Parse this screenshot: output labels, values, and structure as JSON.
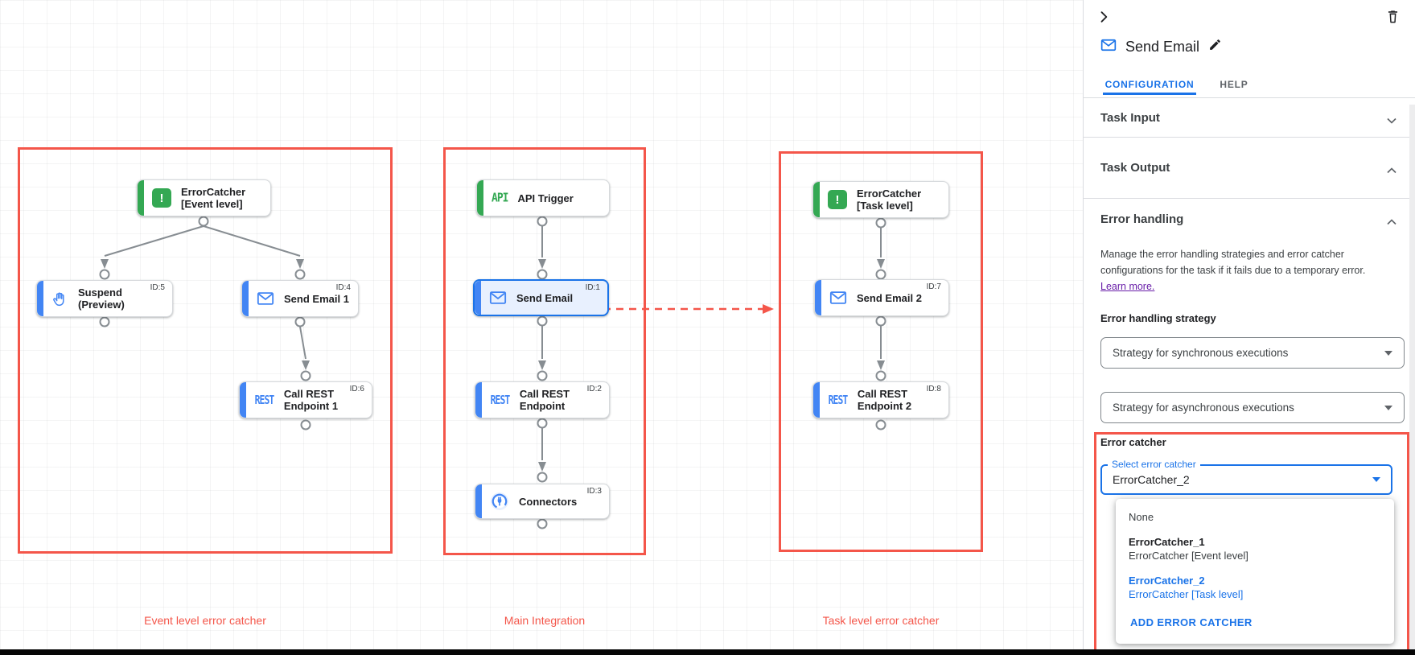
{
  "colors": {
    "accent_blue": "#4285f4",
    "google_blue": "#1a73e8",
    "green": "#34a853",
    "annotation_red": "#f4564a",
    "dot_red": "#d93025",
    "link_purple": "#681da8"
  },
  "canvas": {
    "icon_text": {
      "error": "!",
      "api": "API",
      "rest": "REST"
    },
    "groups": [
      {
        "caption": "Event level error catcher",
        "nodes": {
          "error_catcher": {
            "label": "ErrorCatcher\n[Event level]"
          },
          "suspend": {
            "label": "Suspend\n(Preview)",
            "id": "ID:5"
          },
          "send_email_1": {
            "label": "Send Email 1",
            "id": "ID:4"
          },
          "call_rest_1": {
            "label": "Call REST\nEndpoint 1",
            "id": "ID:6"
          }
        }
      },
      {
        "caption": "Main Integration",
        "nodes": {
          "api_trigger": {
            "label": "API Trigger"
          },
          "send_email": {
            "label": "Send Email",
            "id": "ID:1"
          },
          "call_rest": {
            "label": "Call REST\nEndpoint",
            "id": "ID:2"
          },
          "connectors": {
            "label": "Connectors",
            "id": "ID:3"
          }
        }
      },
      {
        "caption": "Task level error catcher",
        "nodes": {
          "error_catcher": {
            "label": "ErrorCatcher\n[Task level]"
          },
          "send_email_2": {
            "label": "Send Email 2",
            "id": "ID:7"
          },
          "call_rest_2": {
            "label": "Call REST\nEndpoint 2",
            "id": "ID:8"
          }
        }
      }
    ]
  },
  "panel": {
    "title": "Send Email",
    "tabs": {
      "configuration": "CONFIGURATION",
      "help": "HELP"
    },
    "sections": {
      "task_input": "Task Input",
      "task_output": "Task Output",
      "error_handling": "Error handling"
    },
    "error_handling": {
      "description_lines": [
        "Manage the error handling strategies and error catcher",
        "configurations for the task if it fails due to a temporary error."
      ],
      "learn_more": "Learn more.",
      "strategy_label": "Error handling strategy",
      "sync_dropdown": "Strategy for synchronous executions",
      "async_dropdown": "Strategy for asynchronous executions",
      "catcher_label": "Error catcher",
      "select_label": "Select error catcher",
      "selected_value": "ErrorCatcher_2",
      "menu_items": [
        {
          "title": "None",
          "subtitle": ""
        },
        {
          "title": "ErrorCatcher_1",
          "subtitle": "ErrorCatcher [Event level]"
        },
        {
          "title": "ErrorCatcher_2",
          "subtitle": "ErrorCatcher [Task level]"
        }
      ],
      "add_button": "ADD ERROR CATCHER"
    }
  }
}
